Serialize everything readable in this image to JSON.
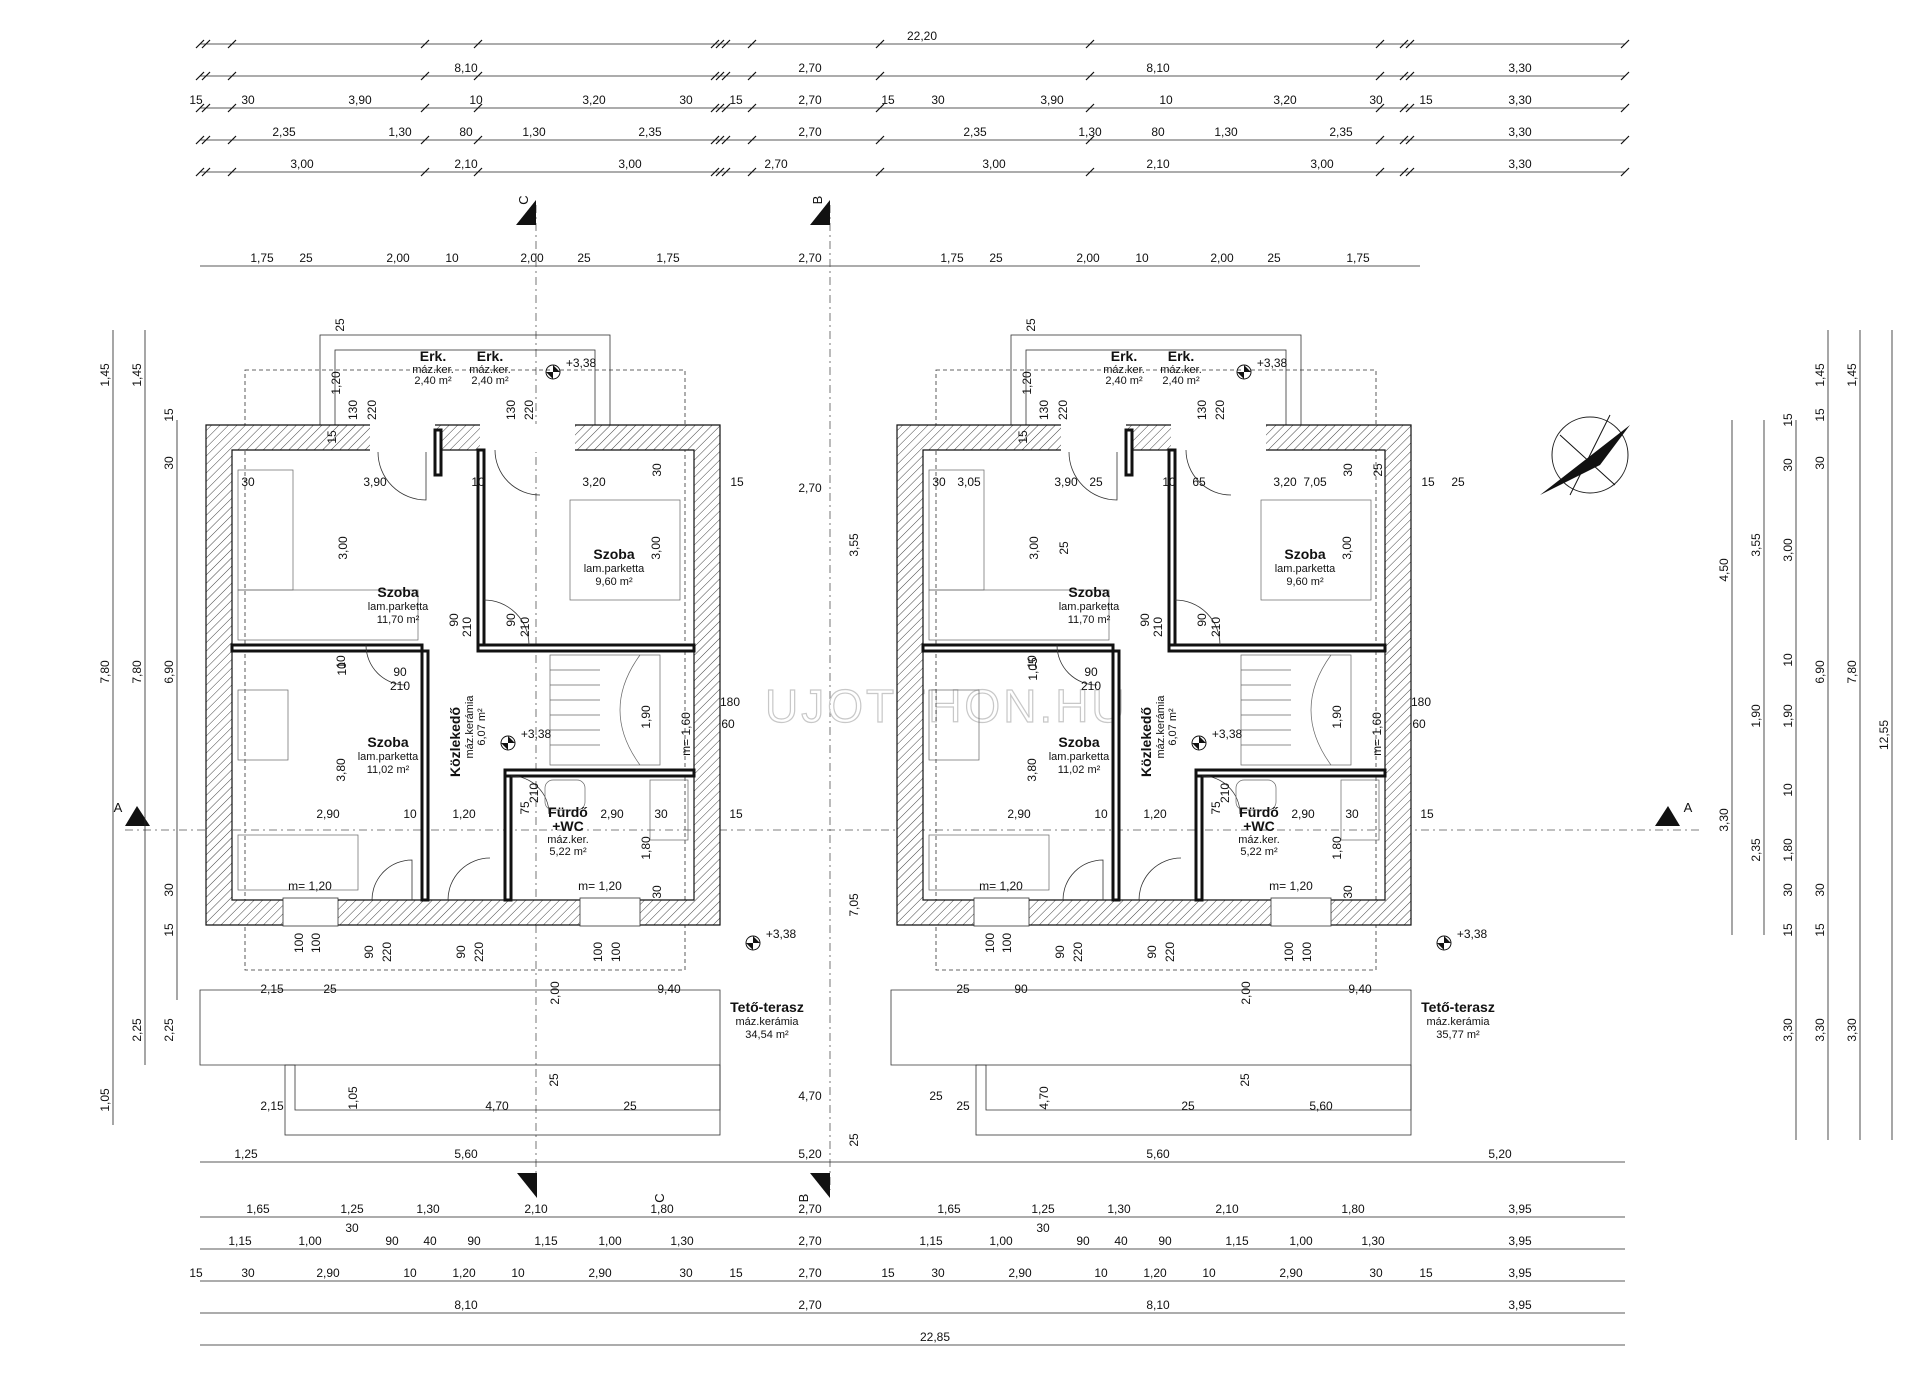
{
  "top_dims": {
    "row0": [
      "22,20"
    ],
    "row1": [
      "8,10",
      "2,70",
      "8,10",
      "3,30"
    ],
    "row2": [
      "15",
      "30",
      "3,90",
      "10",
      "3,20",
      "30",
      "15",
      "2,70",
      "15",
      "30",
      "3,90",
      "10",
      "3,20",
      "30",
      "15",
      "3,30"
    ],
    "row3": [
      "2,35",
      "1,30",
      "80",
      "1,30",
      "2,35",
      "2,70",
      "2,35",
      "1,30",
      "80",
      "1,30",
      "2,35",
      "3,30"
    ],
    "row4": [
      "3,00",
      "2,10",
      "3,00",
      "2,70",
      "3,00",
      "2,10",
      "3,00",
      "3,30"
    ],
    "row5": [
      "1,75",
      "25",
      "2,00",
      "10",
      "2,00",
      "25",
      "1,75",
      "2,70",
      "1,75",
      "25",
      "2,00",
      "10",
      "2,00",
      "25",
      "1,75"
    ]
  },
  "bottom_dims": {
    "row1": [
      "1,25",
      "5,60",
      "5,20",
      "5,60",
      "5,20"
    ],
    "row2": [
      "1,65",
      "1,25",
      "1,30",
      "2,10",
      "1,80",
      "2,70",
      "1,65",
      "1,25",
      "1,30",
      "2,10",
      "1,80",
      "3,95"
    ],
    "row2_sub": [
      "30",
      "30"
    ],
    "row3": [
      "1,15",
      "1,00",
      "90",
      "40",
      "90",
      "1,15",
      "1,00",
      "1,30",
      "2,70",
      "1,15",
      "1,00",
      "90",
      "40",
      "90",
      "1,15",
      "1,00",
      "1,30",
      "3,95"
    ],
    "row4": [
      "15",
      "30",
      "2,90",
      "10",
      "1,20",
      "10",
      "2,90",
      "30",
      "15",
      "2,70",
      "15",
      "30",
      "2,90",
      "10",
      "1,20",
      "10",
      "2,90",
      "30",
      "15",
      "3,95"
    ],
    "row5": [
      "8,10",
      "2,70",
      "8,10",
      "3,95"
    ],
    "row6": [
      "22,85"
    ]
  },
  "left_dims": {
    "col1": [
      "1,45",
      "7,80",
      "1,05"
    ],
    "col2": [
      "1,45",
      "7,80",
      "2,25"
    ],
    "col3": [
      "15",
      "30",
      "6,90",
      "30",
      "15",
      "2,25"
    ]
  },
  "right_dims": {
    "col1": [
      "4,50",
      "3,30"
    ],
    "col2": [
      "3,55",
      "1,90",
      "2,35"
    ],
    "col3": [
      "15",
      "30",
      "3,00",
      "10",
      "1,90",
      "10",
      "1,80",
      "30",
      "15",
      "3,30"
    ],
    "col4": [
      "1,45",
      "15",
      "30",
      "6,90",
      "30",
      "15",
      "3,30"
    ],
    "col5": [
      "1,45",
      "7,80",
      "3,30"
    ],
    "col6": [
      "12,55"
    ]
  },
  "section_markers": {
    "c": "C",
    "b": "B",
    "a": "A"
  },
  "unit_left": {
    "erk1": {
      "name": "Erk.",
      "mat": "máz.ker.",
      "area": "2,40 m²"
    },
    "erk2": {
      "name": "Erk.",
      "mat": "máz.ker.",
      "area": "2,40 m²"
    },
    "level_top": "+3,38",
    "szoba_big": {
      "name": "Szoba",
      "mat": "lam.parketta",
      "area": "11,70 m²"
    },
    "szoba_small": {
      "name": "Szoba",
      "mat": "lam.parketta",
      "area": "9,60 m²"
    },
    "szoba_low": {
      "name": "Szoba",
      "mat": "lam.parketta",
      "area": "11,02 m²"
    },
    "kozl": {
      "name": "Közlekedő",
      "mat": "máz.kerámia",
      "area": "6,07 m²"
    },
    "level_mid": "+3,38",
    "furdo": {
      "name": "Fürdő",
      "name2": "+WC",
      "mat": "máz.ker.",
      "area": "5,22 m²"
    },
    "level_ter": "+3,38",
    "terasz": {
      "name": "Tető-terasz",
      "mat": "máz.kerámia",
      "area": "34,54 m²"
    },
    "inner": [
      "30",
      "3,90",
      "10",
      "3,20",
      "30",
      "15",
      "3,00",
      "3,00",
      "90",
      "210",
      "90",
      "210",
      "90",
      "210",
      "10",
      "1,90",
      "m= 1,60",
      "180",
      "60",
      "3,80",
      "2,90",
      "10",
      "1,20",
      "2,90",
      "30",
      "15",
      "210",
      "75",
      "1,80",
      "30",
      "m= 1,20",
      "m= 1,20",
      "100",
      "100",
      "90",
      "220",
      "90",
      "220",
      "100",
      "100",
      "130",
      "220",
      "130",
      "220",
      "1,20",
      "25",
      "15",
      "2,00",
      "9,40",
      "2,15",
      "25",
      "4,70",
      "25",
      "2,15",
      "1,05",
      "25",
      "10"
    ]
  },
  "unit_right": {
    "erk1": {
      "name": "Erk.",
      "mat": "máz.ker.",
      "area": "2,40 m²"
    },
    "erk2": {
      "name": "Erk.",
      "mat": "máz.ker.",
      "area": "2,40 m²"
    },
    "level_top": "+3,38",
    "szoba_big": {
      "name": "Szoba",
      "mat": "lam.parketta",
      "area": "11,70 m²"
    },
    "szoba_small": {
      "name": "Szoba",
      "mat": "lam.parketta",
      "area": "9,60 m²"
    },
    "szoba_low": {
      "name": "Szoba",
      "mat": "lam.parketta",
      "area": "11,02 m²"
    },
    "kozl": {
      "name": "Közlekedő",
      "mat": "máz.kerámia",
      "area": "6,07 m²"
    },
    "level_mid": "+3,38",
    "furdo": {
      "name": "Fürdő",
      "name2": "+WC",
      "mat": "máz.ker.",
      "area": "5,22 m²"
    },
    "level_ter": "+3,38",
    "terasz": {
      "name": "Tető-terasz",
      "mat": "máz.kerámia",
      "area": "35,77 m²"
    },
    "inner": [
      "30",
      "3,90",
      "10",
      "3,20",
      "30",
      "15",
      "3,00",
      "3,00",
      "90",
      "210",
      "90",
      "210",
      "90",
      "210",
      "10",
      "1,90",
      "m= 1,60",
      "180",
      "60",
      "3,80",
      "2,90",
      "10",
      "1,20",
      "2,90",
      "30",
      "15",
      "210",
      "75",
      "1,80",
      "30",
      "m= 1,20",
      "m= 1,20",
      "100",
      "100",
      "90",
      "220",
      "90",
      "220",
      "100",
      "100",
      "130",
      "220",
      "130",
      "220",
      "1,20",
      "25",
      "15",
      "2,00",
      "9,40",
      "25",
      "90",
      "25",
      "5,60",
      "25",
      "4,70",
      "25",
      "1,05",
      "3,05",
      "25",
      "65",
      "7,05",
      "25",
      "25",
      "25"
    ]
  },
  "middle": {
    "d1": "3,55",
    "d2": "7,05",
    "d3": "25",
    "d4": "2,70",
    "d5": "4,70",
    "d6": "25"
  },
  "watermark": "UJOTTHON.HU"
}
